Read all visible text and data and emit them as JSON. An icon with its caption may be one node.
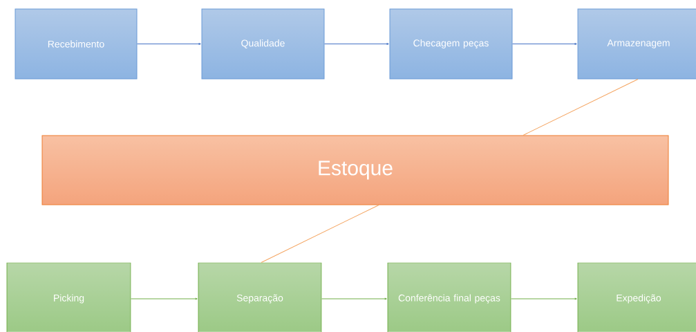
{
  "diagram": {
    "nodes": [
      {
        "text": [
          "Recebimento"
        ]
      },
      {
        "text": [
          "Qualidade"
        ]
      },
      {
        "text": [
          "Checagem peças"
        ]
      },
      {
        "text": [
          "Armazenagem"
        ]
      },
      {
        "text": [
          "Estoque"
        ]
      },
      {
        "text": [
          "Picking"
        ]
      },
      {
        "text": [
          "Separação"
        ]
      },
      {
        "text": [
          "Conferência final peças"
        ]
      },
      {
        "text": [
          "Expedição"
        ]
      }
    ],
    "edges": [
      {
        "from": 0,
        "to": 1,
        "arrow": "to",
        "color": "#4472c4"
      },
      {
        "from": 1,
        "to": 2,
        "arrow": "to",
        "color": "#4472c4"
      },
      {
        "from": 2,
        "to": 3,
        "arrow": "to",
        "color": "#4472c4"
      },
      {
        "from": 3,
        "to": 4,
        "arrow": "none",
        "color": "#f4a460"
      },
      {
        "from": 4,
        "to": 6,
        "arrow": "none",
        "color": "#f4a460"
      },
      {
        "from": 5,
        "to": 6,
        "arrow": "to",
        "color": "#70ad47"
      },
      {
        "from": 6,
        "to": 7,
        "arrow": "to",
        "color": "#70ad47"
      },
      {
        "from": 7,
        "to": 8,
        "arrow": "to",
        "color": "#70ad47"
      }
    ]
  }
}
